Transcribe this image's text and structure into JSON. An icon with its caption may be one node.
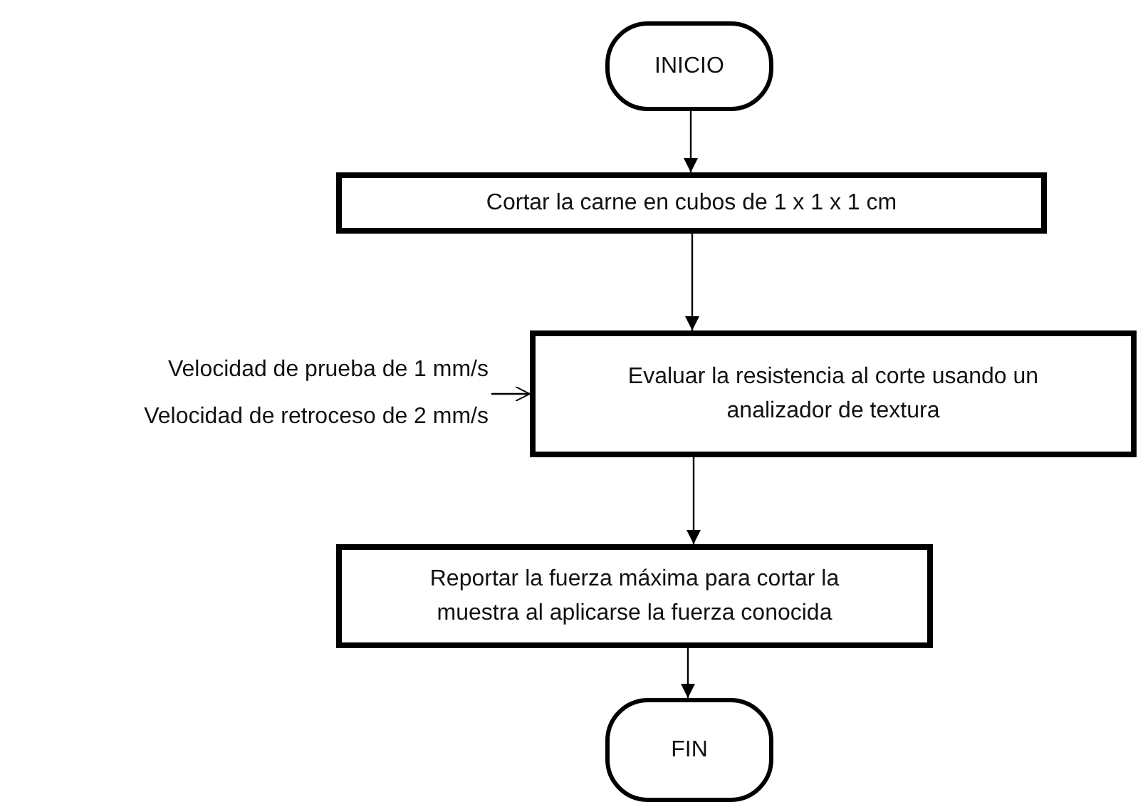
{
  "diagram": {
    "nodes": [
      {
        "text": [
          "INICIO"
        ]
      },
      {
        "text": [
          "Cortar la carne en cubos de 1 x 1 x 1 cm"
        ]
      },
      {
        "text": [
          "Velocidad de prueba de 1 mm/s",
          "Velocidad de retroceso de 2 mm/s"
        ]
      },
      {
        "text": [
          "Evaluar la resistencia al corte usando un analizador de textura"
        ]
      },
      {
        "text": [
          "Reportar la fuerza máxima para cortar la muestra al aplicarse la fuerza conocida"
        ]
      },
      {
        "text": [
          "FIN"
        ]
      }
    ],
    "edges": [
      {
        "from": 0,
        "to": 1,
        "arrow": "to"
      },
      {
        "from": 1,
        "to": 3,
        "arrow": "to"
      },
      {
        "from": 2,
        "to": 3,
        "arrow": "to"
      },
      {
        "from": 3,
        "to": 4,
        "arrow": "to"
      },
      {
        "from": 4,
        "to": 5,
        "arrow": "to"
      }
    ]
  }
}
